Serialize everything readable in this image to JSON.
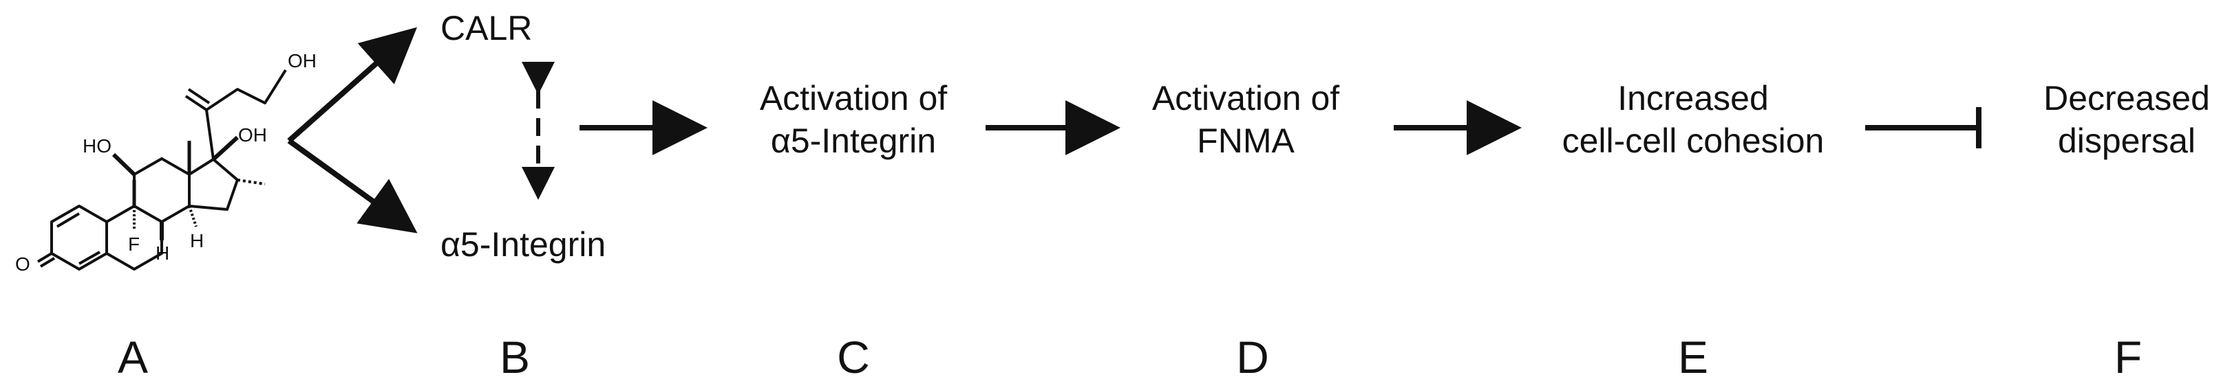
{
  "molecule": {
    "atom_labels": [
      "O",
      "HO",
      "F",
      "H",
      "H",
      "OH",
      "OH"
    ]
  },
  "nodes": {
    "calr": "CALR",
    "a5_integrin": "α5-Integrin",
    "activation_a5_line1": "Activation of",
    "activation_a5_line2": "α5-Integrin",
    "activation_fnma_line1": "Activation of",
    "activation_fnma_line2": "FNMA",
    "cohesion_line1": "Increased",
    "cohesion_line2": "cell-cell cohesion",
    "dispersal_line1": "Decreased",
    "dispersal_line2": "dispersal"
  },
  "stages": [
    "A",
    "B",
    "C",
    "D",
    "E",
    "F"
  ]
}
